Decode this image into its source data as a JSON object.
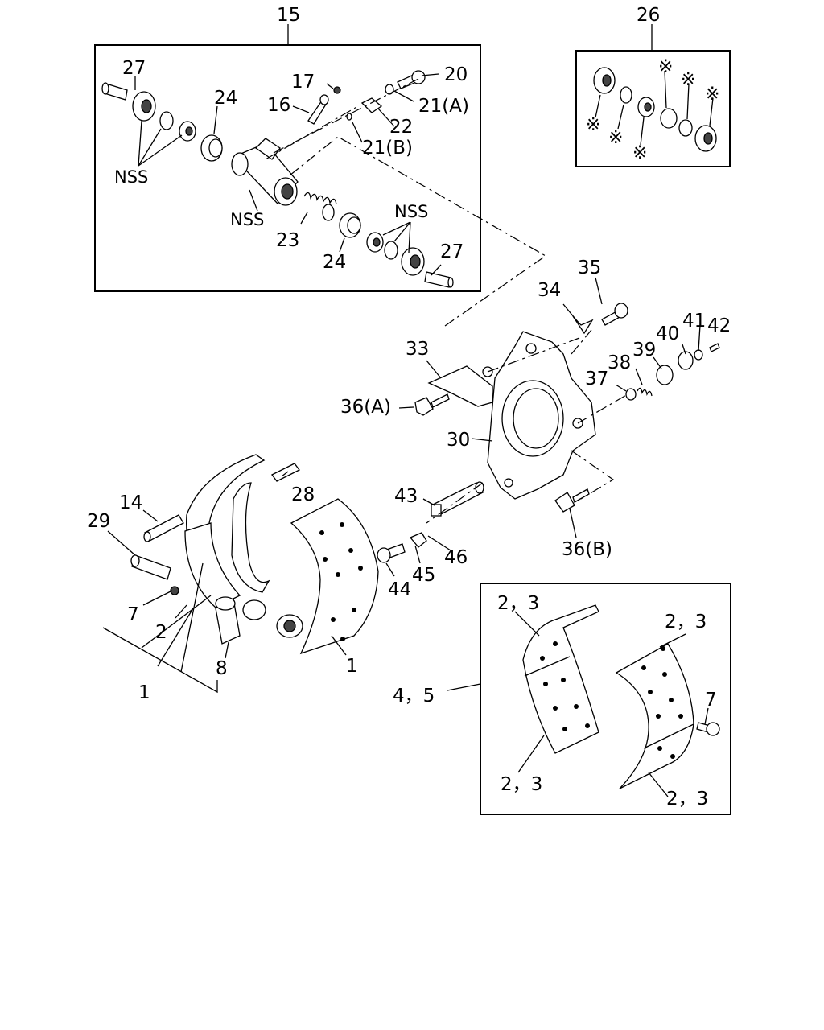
{
  "labels": {
    "l15": "15",
    "l26": "26",
    "l27a": "27",
    "l27b": "27",
    "l24a": "24",
    "l24b": "24",
    "l17": "17",
    "l16": "16",
    "l20": "20",
    "l21a": "21(A)",
    "l21b": "21(B)",
    "l22": "22",
    "l23": "23",
    "nss1": "NSS",
    "nss2": "NSS",
    "nss3": "NSS",
    "ast1": "※",
    "ast2": "※",
    "ast3": "※",
    "ast4": "※",
    "ast5": "※",
    "ast6": "※",
    "l35": "35",
    "l34": "34",
    "l33": "33",
    "l36a": "36(A)",
    "l36b": "36(B)",
    "l37": "37",
    "l38": "38",
    "l39": "39",
    "l40": "40",
    "l41": "41",
    "l42": "42",
    "l30": "30",
    "l28": "28",
    "l14": "14",
    "l29": "29",
    "l43": "43",
    "l44": "44",
    "l45": "45",
    "l46": "46",
    "l7a": "7",
    "l2a": "2",
    "l1a": "1",
    "l1b": "1",
    "l8": "8",
    "l23a": "2，3",
    "l23b": "2，3",
    "l23c": "2，3",
    "l23d": "2，3",
    "l45b": "4，5",
    "l7b": "7"
  }
}
